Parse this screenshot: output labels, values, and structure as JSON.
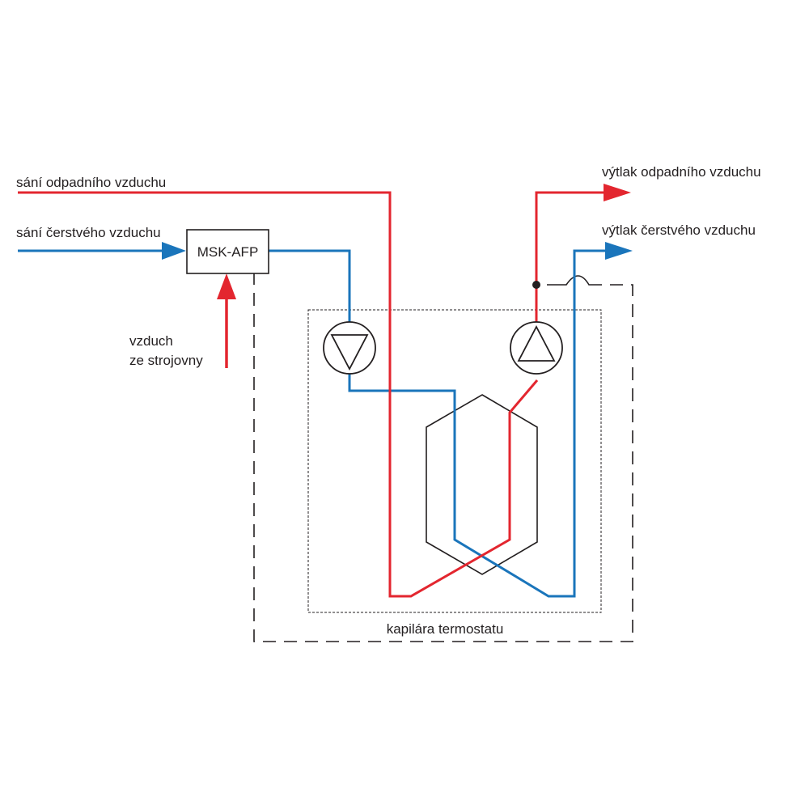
{
  "labels": {
    "exhaust_intake": "sání odpadního vzduchu",
    "fresh_intake": "sání čerstvého vzduchu",
    "machine_room_air_line1": "vzduch",
    "machine_room_air_line2": "ze strojovny",
    "exhaust_outlet": "výtlak odpadního vzduchu",
    "fresh_outlet": "výtlak čerstvého vzduchu",
    "thermostat_capillary": "kapilára termostatu"
  },
  "components": {
    "filter_box": "MSK-AFP"
  },
  "colors": {
    "exhaust_air": "#e3262f",
    "fresh_air": "#1a75bb",
    "outline": "#231f20"
  }
}
